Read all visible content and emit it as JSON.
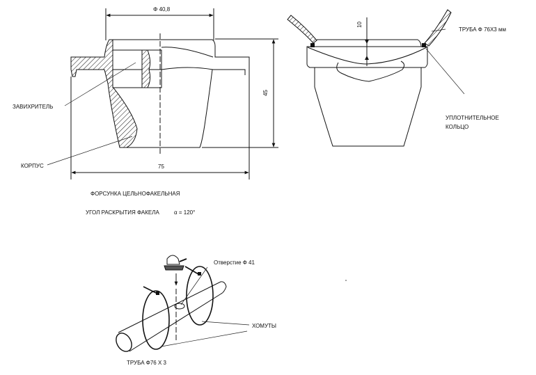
{
  "side_view": {
    "diameter_label": "Φ 40,8",
    "height_label": "45",
    "width_label": "75",
    "swirler_label": "ЗАВИХРИТЕЛЬ",
    "body_label": "КОРПУС",
    "title": "ФОРСУНКА ЦЕЛЬНОФАКЕЛЬНАЯ",
    "angle_label": "УГОЛ РАСКРЫТИЯ ФАКЕЛА",
    "angle_value": "α = 120°"
  },
  "installed_view": {
    "depth_label": "10",
    "pipe_label": "ТРУБА Ф 76Х3 мм",
    "seal_label_line1": "УПЛОТНИТЕЛЬНОЕ",
    "seal_label_line2": "КОЛЬЦО"
  },
  "mounting_view": {
    "hole_label": "Отверстие Ф 41",
    "clamps_label": "ХОМУТЫ",
    "pipe_label": "ТРУБА Ф76 Х 3"
  }
}
